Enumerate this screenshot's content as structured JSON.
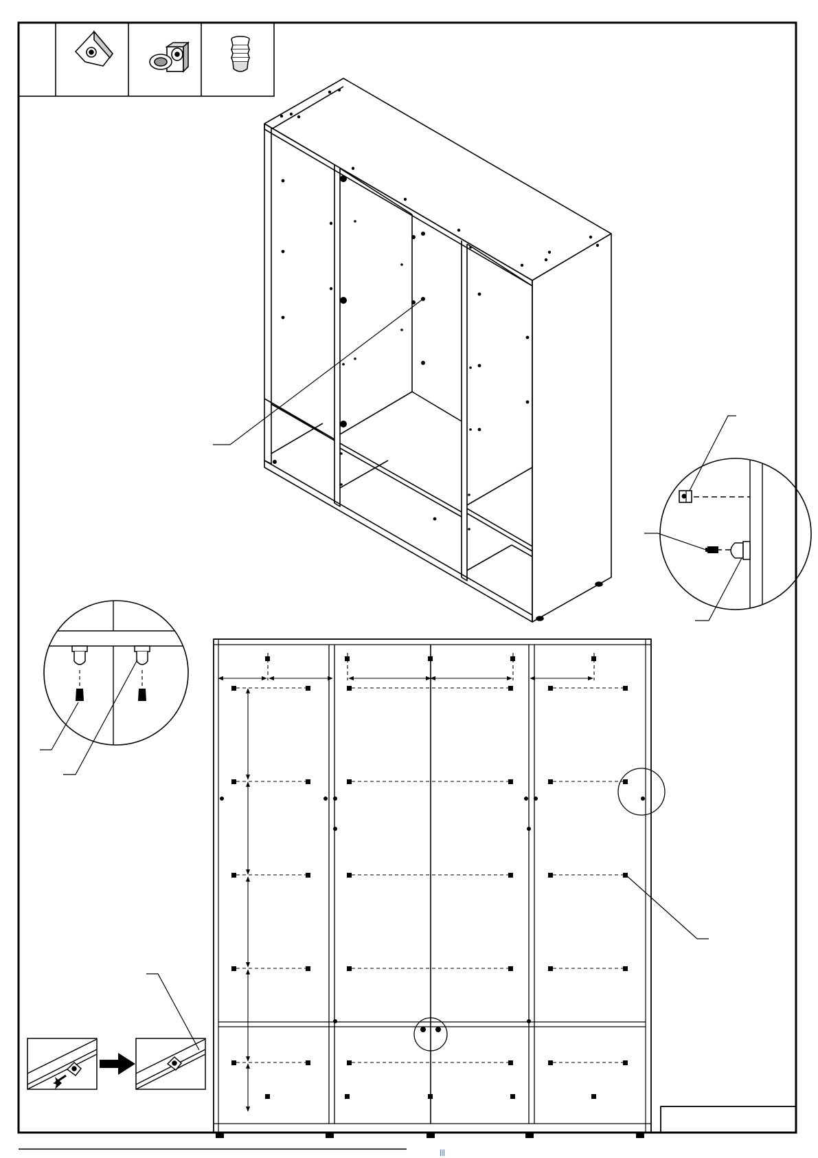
{
  "document": {
    "type": "assembly-instruction-sheet",
    "footer_text": "|||",
    "colors": {
      "ink": "#000000",
      "paper": "#ffffff",
      "footer_link": "#1a4fb5"
    }
  },
  "parts_table": {
    "cells": [
      {
        "icon": "blank-cell"
      },
      {
        "icon": "corner-bracket-icon"
      },
      {
        "icon": "cam-lock-icon"
      },
      {
        "icon": "dowel-icon"
      }
    ]
  },
  "views": [
    {
      "name": "isometric-wardrobe-view"
    },
    {
      "name": "cam-lock-detail-circle"
    },
    {
      "name": "dowel-insert-detail-circle"
    },
    {
      "name": "front-elevation-view"
    },
    {
      "name": "bracket-insertion-step-before"
    },
    {
      "name": "bracket-insertion-step-after"
    }
  ],
  "page_number_box": {
    "value": ""
  }
}
